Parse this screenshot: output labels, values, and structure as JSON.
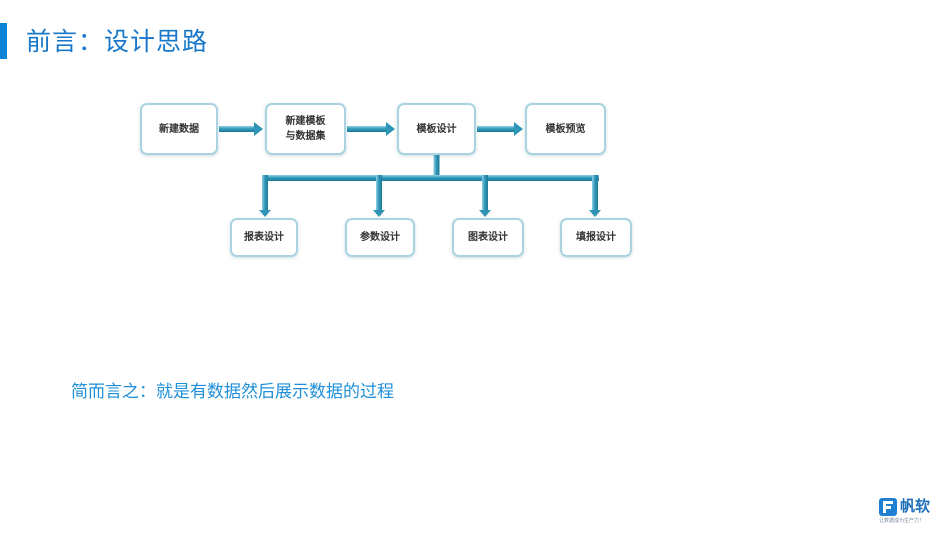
{
  "header": {
    "title": "前言：设计思路"
  },
  "diagram": {
    "top_row": [
      {
        "id": "new-data",
        "label": "新建数据"
      },
      {
        "id": "new-template-dataset",
        "label": "新建模板\n与数据集"
      },
      {
        "id": "template-design",
        "label": "模板设计"
      },
      {
        "id": "template-preview",
        "label": "模板预览"
      }
    ],
    "bottom_row": [
      {
        "id": "report-design",
        "label": "报表设计"
      },
      {
        "id": "parameter-design",
        "label": "参数设计"
      },
      {
        "id": "chart-design",
        "label": "图表设计"
      },
      {
        "id": "fill-report-design",
        "label": "填报设计"
      }
    ],
    "edges": [
      {
        "from": "new-data",
        "to": "new-template-dataset"
      },
      {
        "from": "new-template-dataset",
        "to": "template-design"
      },
      {
        "from": "template-design",
        "to": "template-preview"
      },
      {
        "from": "template-design",
        "to": "report-design"
      },
      {
        "from": "template-design",
        "to": "parameter-design"
      },
      {
        "from": "template-design",
        "to": "chart-design"
      },
      {
        "from": "template-design",
        "to": "fill-report-design"
      }
    ],
    "colors": {
      "connector": "#2f95b6",
      "connector_light": "#79c2db",
      "node_border": "#a9d3e1"
    }
  },
  "summary": {
    "text": "简而言之：就是有数据然后展示数据的过程"
  },
  "logo": {
    "name": "帆软",
    "slogan": "让数据成为生产力！"
  }
}
